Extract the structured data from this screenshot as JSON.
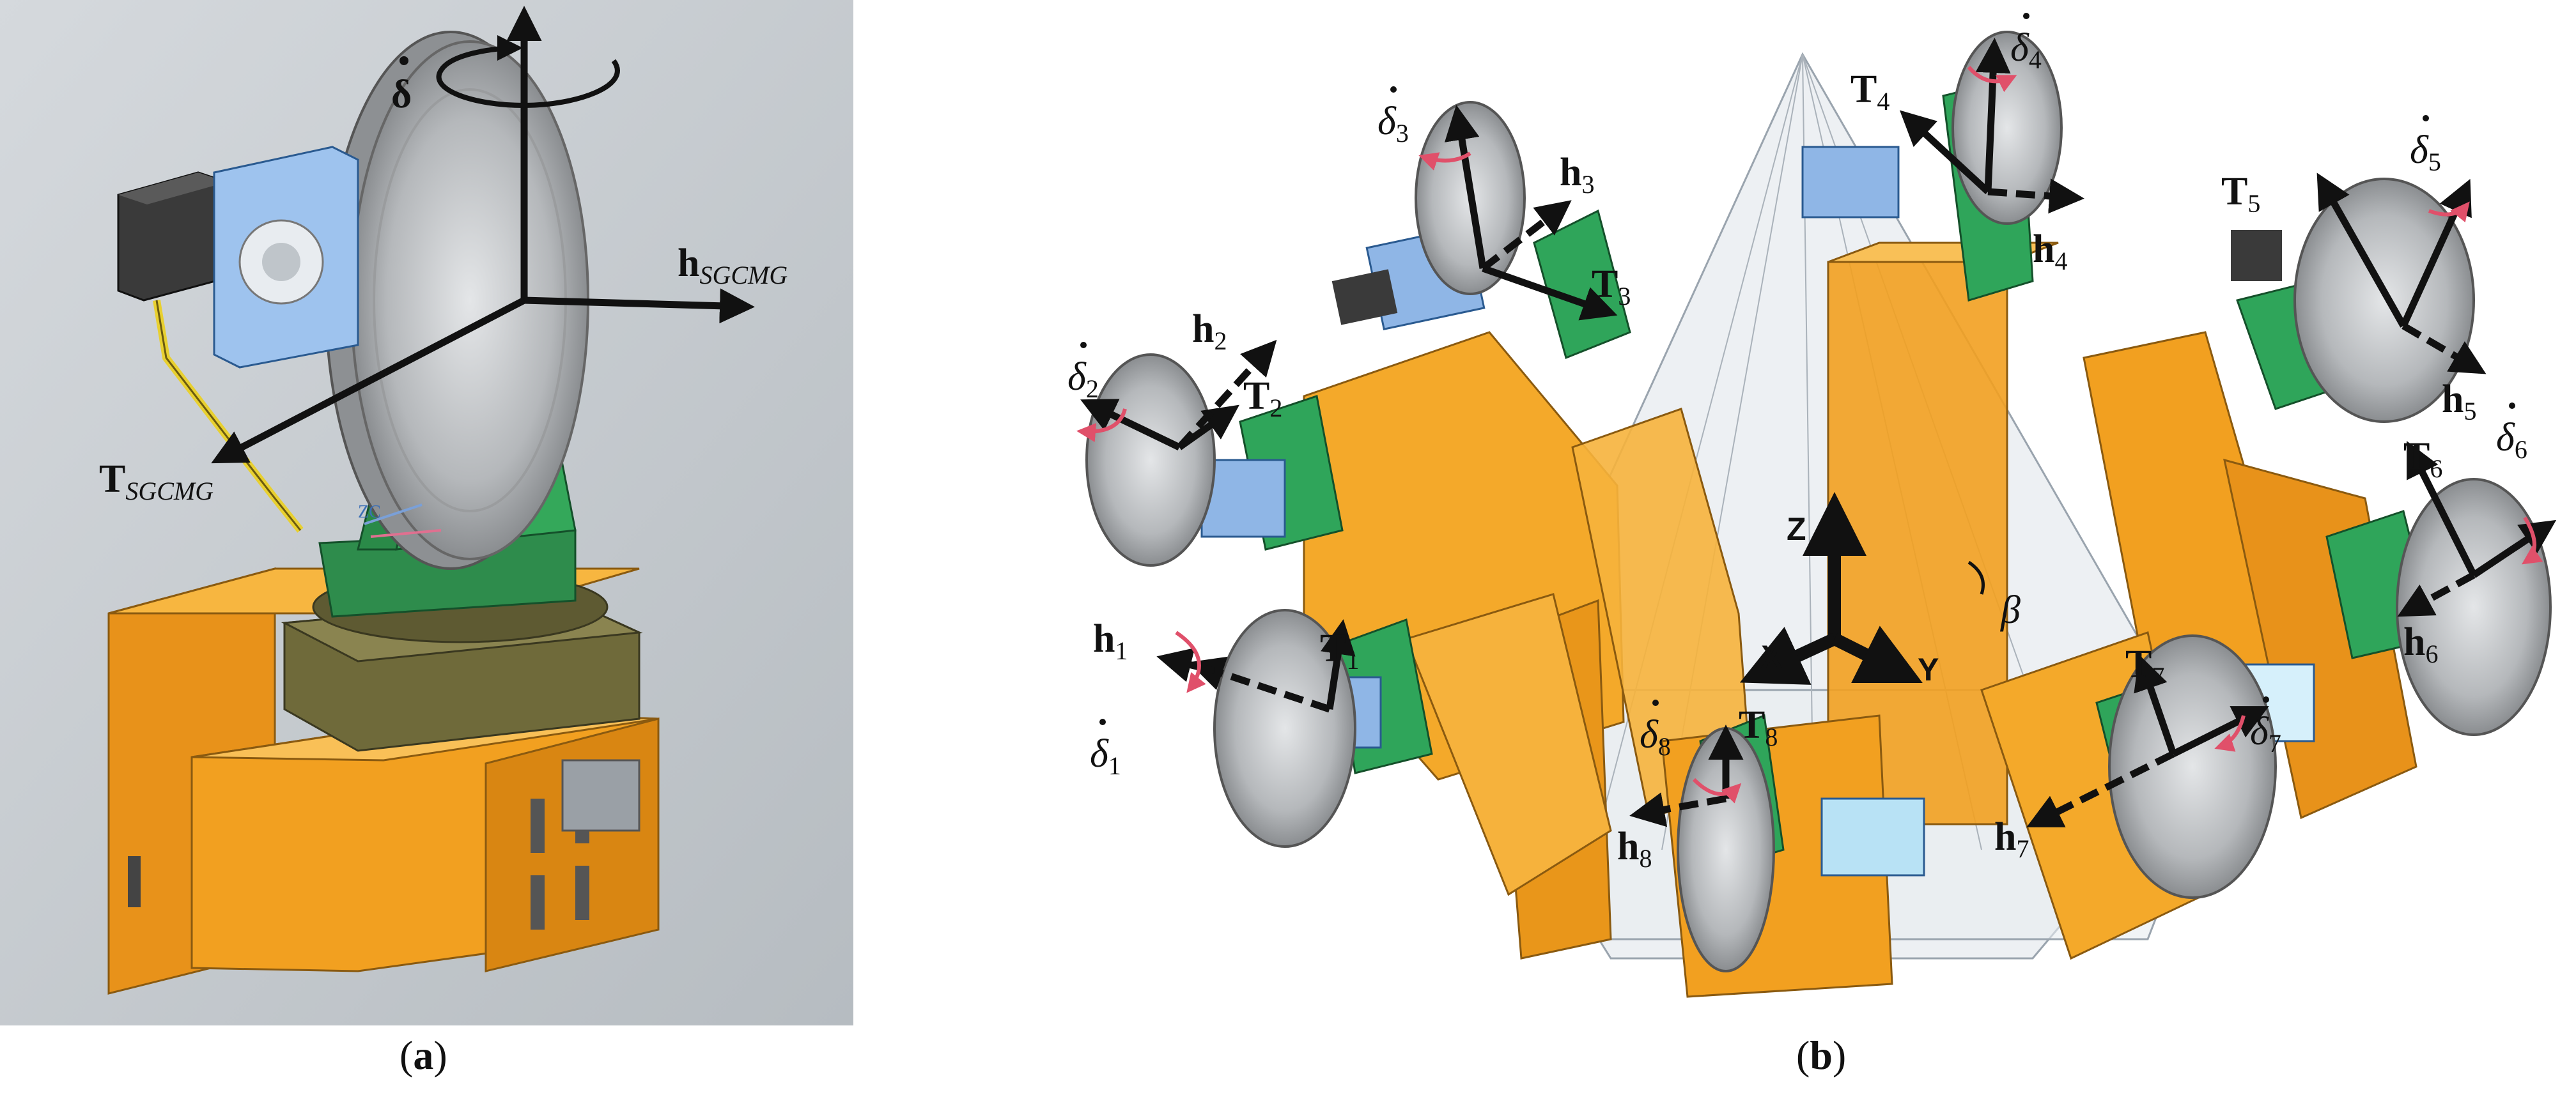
{
  "panel_a": {
    "caption_open": "(",
    "caption_letter": "a",
    "caption_close": ")",
    "labels": {
      "delta_dot": "δ",
      "h_main": "h",
      "h_sub": "SGCMG",
      "t_main": "T",
      "t_sub": "SGCMG",
      "zc": "ZC"
    }
  },
  "panel_b": {
    "caption_open": "(",
    "caption_letter": "b",
    "caption_close": ")",
    "axes": {
      "z": "Z",
      "x": "X",
      "y": "Y",
      "beta": "β"
    },
    "units": [
      {
        "delta": "δ",
        "h": "h",
        "t": "T",
        "index": "1"
      },
      {
        "delta": "δ",
        "h": "h",
        "t": "T",
        "index": "2"
      },
      {
        "delta": "δ",
        "h": "h",
        "t": "T",
        "index": "3"
      },
      {
        "delta": "δ",
        "h": "h",
        "t": "T",
        "index": "4"
      },
      {
        "delta": "δ",
        "h": "h",
        "t": "T",
        "index": "5"
      },
      {
        "delta": "δ",
        "h": "h",
        "t": "T",
        "index": "6"
      },
      {
        "delta": "δ",
        "h": "h",
        "t": "T",
        "index": "7"
      },
      {
        "delta": "δ",
        "h": "h",
        "t": "T",
        "index": "8"
      }
    ]
  },
  "colors": {
    "panel_a_bg": "#cdd2d6",
    "motor_blue": "#8fb6e6",
    "bracket_green": "#2fa55a",
    "base_orange": "#f2a020",
    "turntable_olive": "#6f6a3a",
    "wheel_gray": "#b9bbbd",
    "arrow_black": "#111111",
    "gimbal_red": "#e0506a"
  }
}
